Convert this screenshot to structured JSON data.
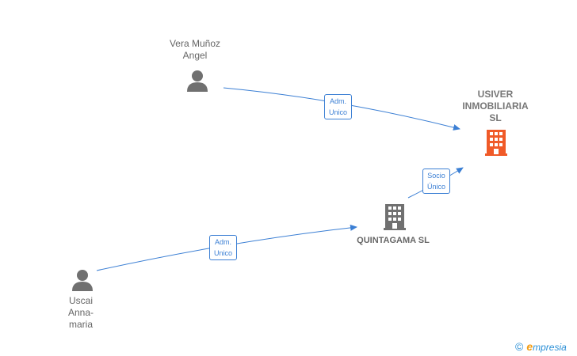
{
  "nodes": {
    "vera": {
      "label": "Vera Muñoz\nAngel",
      "type": "person"
    },
    "usiver": {
      "label": "USIVER\nINMOBILIARIA\nSL",
      "type": "company",
      "highlight_color": "#f05a28"
    },
    "quintagama": {
      "label": "QUINTAGAMA SL",
      "type": "company"
    },
    "uscai": {
      "label": "Uscai\nAnna-\nmaria",
      "type": "person"
    }
  },
  "edges": [
    {
      "from": "Vera Muñoz Angel",
      "to": "USIVER INMOBILIARIA SL",
      "line1": "Adm.",
      "line2": "Unico"
    },
    {
      "from": "QUINTAGAMA SL",
      "to": "USIVER INMOBILIARIA SL",
      "line1": "Socio",
      "line2": "Único"
    },
    {
      "from": "Uscai Anna-maria",
      "to": "QUINTAGAMA SL",
      "line1": "Adm.",
      "line2": "Unico"
    }
  ],
  "colors": {
    "edge": "#3b7fd4",
    "person_icon": "#707070",
    "company_icon": "#707070",
    "highlight_company": "#f05a28"
  },
  "icons": {
    "person": "person-icon",
    "company": "building-icon"
  },
  "brand": {
    "copyright": "©",
    "e": "e",
    "rest": "mpresia"
  }
}
